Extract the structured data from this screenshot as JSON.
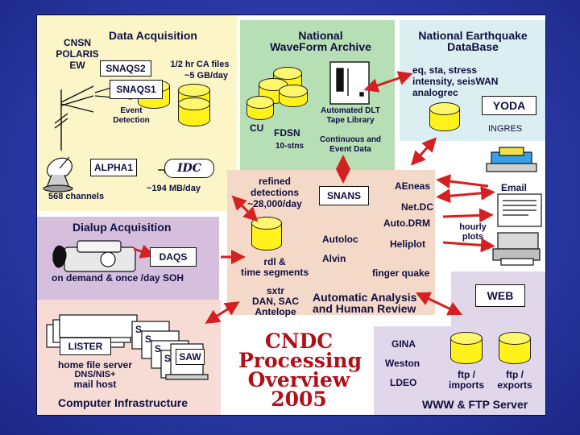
{
  "data_acquisition": {
    "title": "Data  Acquisition",
    "cnsn": [
      "CNSN",
      "POLARIS",
      "EW"
    ],
    "snaqs2": "SNAQS2",
    "snaqs1": "SNAQS1",
    "ca_files": [
      "1/2 hr  CA files",
      "~5 GB/day"
    ],
    "event_detection": [
      "Event",
      "Detection"
    ],
    "alpha1": "ALPHA1",
    "idc": "IDC",
    "channels": "568 channels",
    "rate": "~194 MB/day"
  },
  "archive": {
    "title": [
      "National",
      "WaveForm Archive"
    ],
    "cu": "CU",
    "fdsn": "FDSN",
    "stns": "10-stns",
    "dlt": [
      "Automated DLT",
      "Tape Library"
    ],
    "continuous": [
      "Continuous and",
      "Event  Data"
    ]
  },
  "nedb": {
    "title": [
      "National Earthquake",
      "DataBase"
    ],
    "desc": [
      "eq,  sta,  stress",
      "intensity, seisWAN",
      "analogrec"
    ],
    "yoda": "YODA",
    "ingres": "INGRES"
  },
  "center": {
    "refined": [
      "refined",
      "detections",
      "~28,000/day"
    ],
    "snans": "SNANS",
    "autoloc": "Autoloc",
    "alvin": "Alvin",
    "rdl": [
      "rdl &",
      "time segments"
    ],
    "finger": "finger quake",
    "sxtr": [
      "sxtr",
      "DAN, SAC",
      "Antelope"
    ],
    "automatic": [
      "Automatic  Analysis",
      "and Human Review"
    ]
  },
  "outputs": {
    "aeneas": "AEneas",
    "netdc": "Net.DC",
    "autodrm": "Auto.DRM",
    "heliplot": "Heliplot",
    "email": "Email",
    "hourly": [
      "hourly",
      "plots"
    ]
  },
  "dialup": {
    "title": "Dialup Acquisition",
    "daqs": "DAQS",
    "desc": "on demand & once /day SOH"
  },
  "infra": {
    "lister": "LISTER",
    "home": [
      "home file server",
      "DNS/NIS+",
      "mail host"
    ],
    "s_labels": [
      "S",
      "S",
      "S",
      "S"
    ],
    "saw": "SAW",
    "title": "Computer Infrastructure"
  },
  "main_title": [
    "CNDC",
    "Processing",
    "Overview",
    "2005"
  ],
  "web": {
    "title": "WEB",
    "gina": "GINA",
    "weston": "Weston",
    "ldeo": "LDEO",
    "ftp_imports": [
      "ftp /",
      "imports"
    ],
    "ftp_exports": [
      "ftp /",
      "exports"
    ],
    "server": "WWW & FTP Server"
  },
  "colors": {
    "acquisition": "#fbf5c8",
    "archive": "#b7dfb6",
    "nedb": "#dbeef1",
    "center": "#f4d8c8",
    "dialup": "#d5bfdd",
    "infra": "#f7dcd6",
    "web": "#e1d7ea",
    "arrow": "#d42020",
    "cylinder": "#fff21a",
    "title": "#b01018"
  }
}
